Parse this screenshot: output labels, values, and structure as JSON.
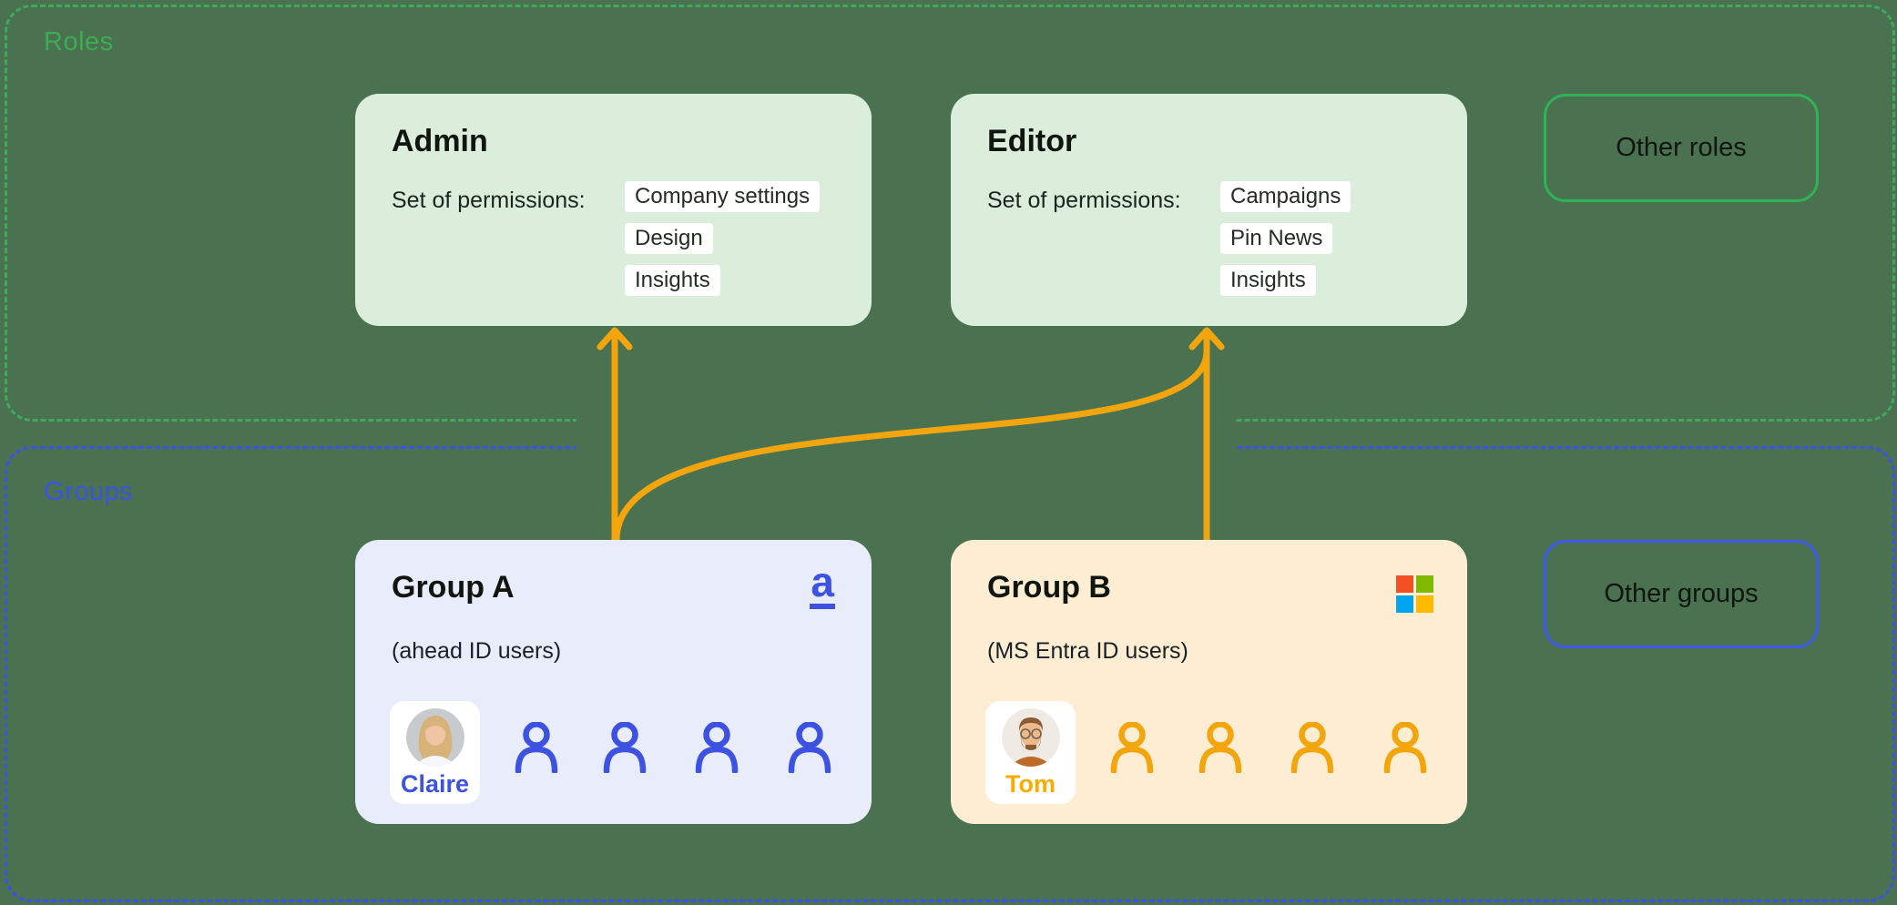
{
  "page": {
    "background_color": "#4A7150"
  },
  "sections": {
    "roles": {
      "label": "Roles",
      "accent_color": "#3CAD52",
      "border_style": "dashed"
    },
    "groups": {
      "label": "Groups",
      "accent_color": "#3D52E6",
      "border_style": "dashed"
    }
  },
  "roles": {
    "admin": {
      "title": "Admin",
      "permissions_label": "Set of permissions:",
      "permissions": [
        "Company settings",
        "Design",
        "Insights"
      ],
      "card_color": "#DAEEDB"
    },
    "editor": {
      "title": "Editor",
      "permissions_label": "Set of permissions:",
      "permissions": [
        "Campaigns",
        "Pin News",
        "Insights"
      ],
      "card_color": "#DAEEDB"
    },
    "other": {
      "label": "Other roles",
      "border_color": "#2EB356"
    }
  },
  "groups": {
    "group_a": {
      "title": "Group A",
      "subtitle": "(ahead ID users)",
      "provider": "ahead",
      "logo_letter": "a",
      "accent_color": "#3D52E0",
      "card_color": "#E9ECFA",
      "named_member": "Claire",
      "anonymous_member_count": 4
    },
    "group_b": {
      "title": "Group B",
      "subtitle": "(MS Entra ID users)",
      "provider": "Microsoft",
      "accent_color": "#F2A50D",
      "card_color": "#FCEDD3",
      "named_member": "Tom",
      "anonymous_member_count": 4,
      "ms_logo_colors": [
        "#F25022",
        "#7FBA00",
        "#00A4EF",
        "#FFB900"
      ]
    },
    "other": {
      "label": "Other groups",
      "border_color": "#3D5BE8"
    }
  },
  "connections": {
    "arrow_color": "#F2A50D",
    "links": [
      {
        "from": "Group A",
        "to": "Admin"
      },
      {
        "from": "Group A",
        "to": "Editor"
      },
      {
        "from": "Group B",
        "to": "Editor"
      }
    ]
  }
}
